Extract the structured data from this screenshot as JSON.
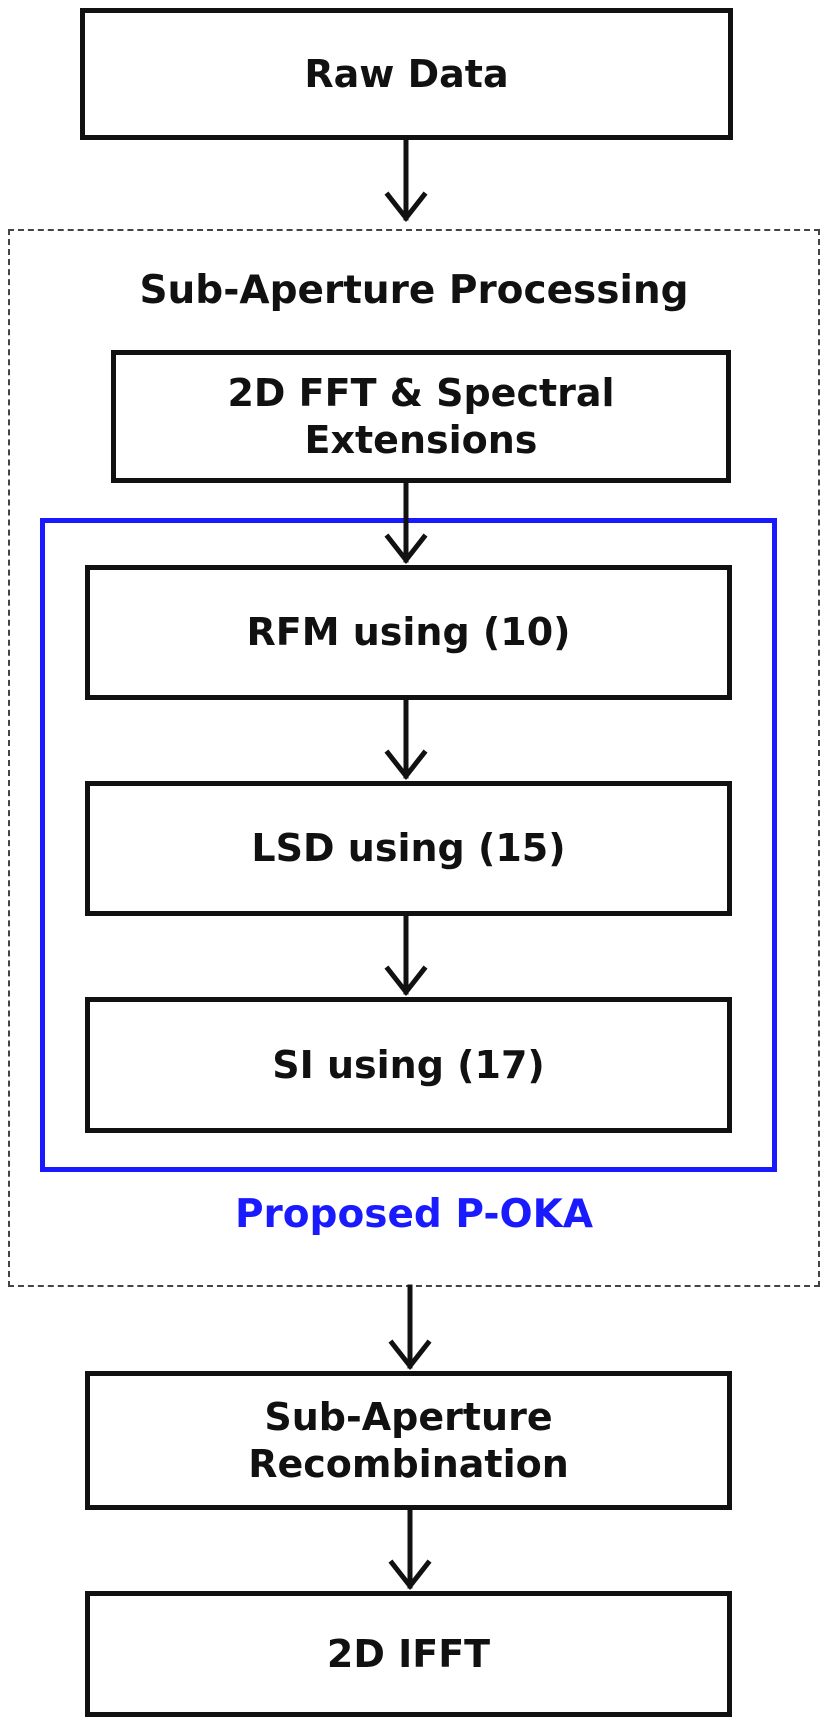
{
  "diagram": {
    "raw_data": "Raw Data",
    "sub_aperture_processing": "Sub-Aperture Processing",
    "fft_spectral": "2D FFT & Spectral Extensions",
    "fft_spectral_line1": "2D FFT & Spectral",
    "fft_spectral_line2": "Extensions",
    "rfm": "RFM using (10)",
    "lsd": "LSD using (15)",
    "si": "SI using (17)",
    "proposed": "Proposed P-OKA",
    "recombination_line1": "Sub-Aperture",
    "recombination_line2": "Recombination",
    "ifft": "2D IFFT"
  },
  "colors": {
    "box_border": "#111111",
    "dashed_border": "#444444",
    "proposed_border": "#1a1aff",
    "proposed_text": "#1a1aff"
  }
}
